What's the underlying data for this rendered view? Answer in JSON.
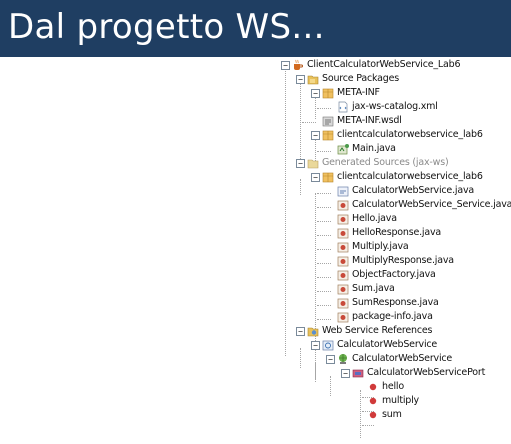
{
  "slide": {
    "title": "Dal progetto WS..."
  },
  "colors": {
    "banner": "#1f3e62",
    "title_text": "#ffffff"
  },
  "tree": [
    {
      "label": "ClientCalculatorWebService_Lab6",
      "icon": "coffee-cup-icon",
      "toggle": "−"
    },
    {
      "label": "Source Packages",
      "icon": "source-folder-icon",
      "toggle": "−"
    },
    {
      "label": "META-INF",
      "icon": "package-icon",
      "toggle": "−"
    },
    {
      "label": "jax-ws-catalog.xml",
      "icon": "xml-file-icon",
      "toggle": ""
    },
    {
      "label": "META-INF.wsdl",
      "icon": "wsdl-icon",
      "toggle": ""
    },
    {
      "label": "clientcalculatorwebservice_lab6",
      "icon": "package-icon",
      "toggle": "−"
    },
    {
      "label": "Main.java",
      "icon": "java-main-icon",
      "toggle": ""
    },
    {
      "label": "Generated Sources (jax-ws)",
      "icon": "source-folder-icon",
      "toggle": "−",
      "gray": true
    },
    {
      "label": "clientcalculatorwebservice_lab6",
      "icon": "package-icon",
      "toggle": "−"
    },
    {
      "label": "CalculatorWebService.java",
      "icon": "java-interface-icon",
      "toggle": ""
    },
    {
      "label": "CalculatorWebService_Service.java",
      "icon": "java-class-icon",
      "toggle": ""
    },
    {
      "label": "Hello.java",
      "icon": "java-class-icon",
      "toggle": ""
    },
    {
      "label": "HelloResponse.java",
      "icon": "java-class-icon",
      "toggle": ""
    },
    {
      "label": "Multiply.java",
      "icon": "java-class-icon",
      "toggle": ""
    },
    {
      "label": "MultiplyResponse.java",
      "icon": "java-class-icon",
      "toggle": ""
    },
    {
      "label": "ObjectFactory.java",
      "icon": "java-class-icon",
      "toggle": ""
    },
    {
      "label": "Sum.java",
      "icon": "java-class-icon",
      "toggle": ""
    },
    {
      "label": "SumResponse.java",
      "icon": "java-class-icon",
      "toggle": ""
    },
    {
      "label": "package-info.java",
      "icon": "java-class-icon",
      "toggle": ""
    },
    {
      "label": "Web Service References",
      "icon": "ws-references-folder-icon",
      "toggle": "−"
    },
    {
      "label": "CalculatorWebService",
      "icon": "web-service-icon",
      "toggle": "−"
    },
    {
      "label": "CalculatorWebService",
      "icon": "web-service-globe-icon",
      "toggle": "−"
    },
    {
      "label": "CalculatorWebServicePort",
      "icon": "port-icon",
      "toggle": "−"
    },
    {
      "label": "hello",
      "icon": "operation-icon",
      "toggle": ""
    },
    {
      "label": "multiply",
      "icon": "operation-icon",
      "toggle": ""
    },
    {
      "label": "sum",
      "icon": "operation-icon",
      "toggle": ""
    }
  ]
}
